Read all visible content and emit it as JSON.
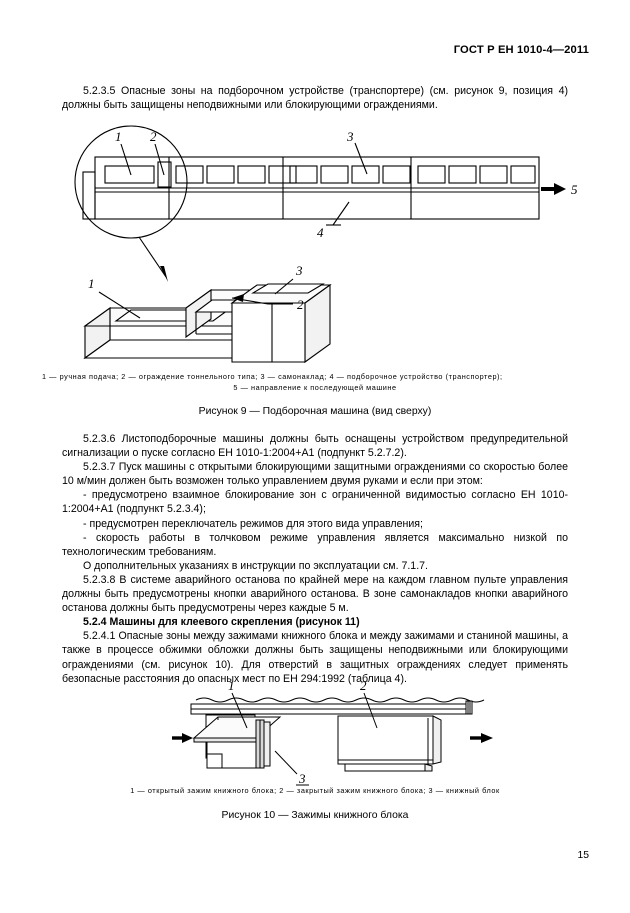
{
  "header": {
    "standard_title": "ГОСТ Р ЕН 1010-4—2011"
  },
  "footer": {
    "page_number": "15"
  },
  "intro": {
    "para_5_2_3_5": "5.2.3.5 Опасные зоны на подборочном устройстве (транспортере) (см. рисунок 9, позиция 4)  должны быть защищены неподвижными или блокирующими ограждениями."
  },
  "figure9": {
    "numbers": {
      "top_1": "1",
      "top_2": "2",
      "top_3": "3",
      "top_4": "4",
      "top_5": "5",
      "det_1": "1",
      "det_2": "2",
      "det_3": "3"
    },
    "legend_line1": "1 — ручная подача;  2 — ограждение тоннельного типа;   3 — самонаклад;  4 — подборочное устройство (транспортер);",
    "legend_line2": "5 — направление к последующей машине",
    "caption": "Рисунок 9 — Подборочная машина (вид сверху)"
  },
  "main": {
    "para_5_2_3_6": "5.2.3.6 Листоподборочные машины должны быть оснащены устройством  предупредительной сигнализации о пуске согласно  ЕН 1010-1:2004+А1 (подпункт 5.2.7.2).",
    "para_5_2_3_7": "5.2.3.7 Пуск машины с открытыми  блокирующими  защитными  ограждениями  со  скоростью более 10 м/мин должен быть возможен только управлением двумя руками и если при этом:",
    "bullet_1": "- предусмотрено взаимное блокирование зон с ограниченной видимостью согласно ЕН 1010-1:2004+А1 (подпункт 5.2.3.4);",
    "bullet_2": "- предусмотрен переключатель режимов для этого вида управления;",
    "bullet_3": "- скорость работы в толчковом режиме управления является максимально низкой по технологическим требованиям.",
    "para_note": "О дополнительных указаниях в инструкции по эксплуатации см. 7.1.7.",
    "para_5_2_3_8": "5.2.3.8 В системе аварийного останова по крайней мере на каждом главном пульте управления должны быть предусмотрены кнопки аварийного останова. В зоне самонакладов кнопки аварийного останова должны быть предусмотрены через каждые 5 м.",
    "heading_5_2_4": "5.2.4 Машины для клеевого скрепления (рисунок 11)",
    "para_5_2_4_1": "5.2.4.1 Опасные зоны между зажимами книжного блока и между зажимами и станиной машины, а также в процессе обжимки обложки должны быть защищены неподвижными или блокирующими ограждениями (см. рисунок 10). Для отверстий в защитных ограждениях следует применять безопасные расстояния до опасных мест по ЕН 294:1992 (таблица 4)."
  },
  "figure10": {
    "numbers": {
      "n1": "1",
      "n2": "2",
      "n3": "3"
    },
    "legend_line1": "1 — открытый зажим книжного блока; 2 — закрытый зажим книжного блока; 3 — книжный блок",
    "caption": "Рисунок 10 — Зажимы книжного блока"
  },
  "colors": {
    "ink": "#000000",
    "paper": "#ffffff",
    "shade": "#f2f2f2"
  }
}
